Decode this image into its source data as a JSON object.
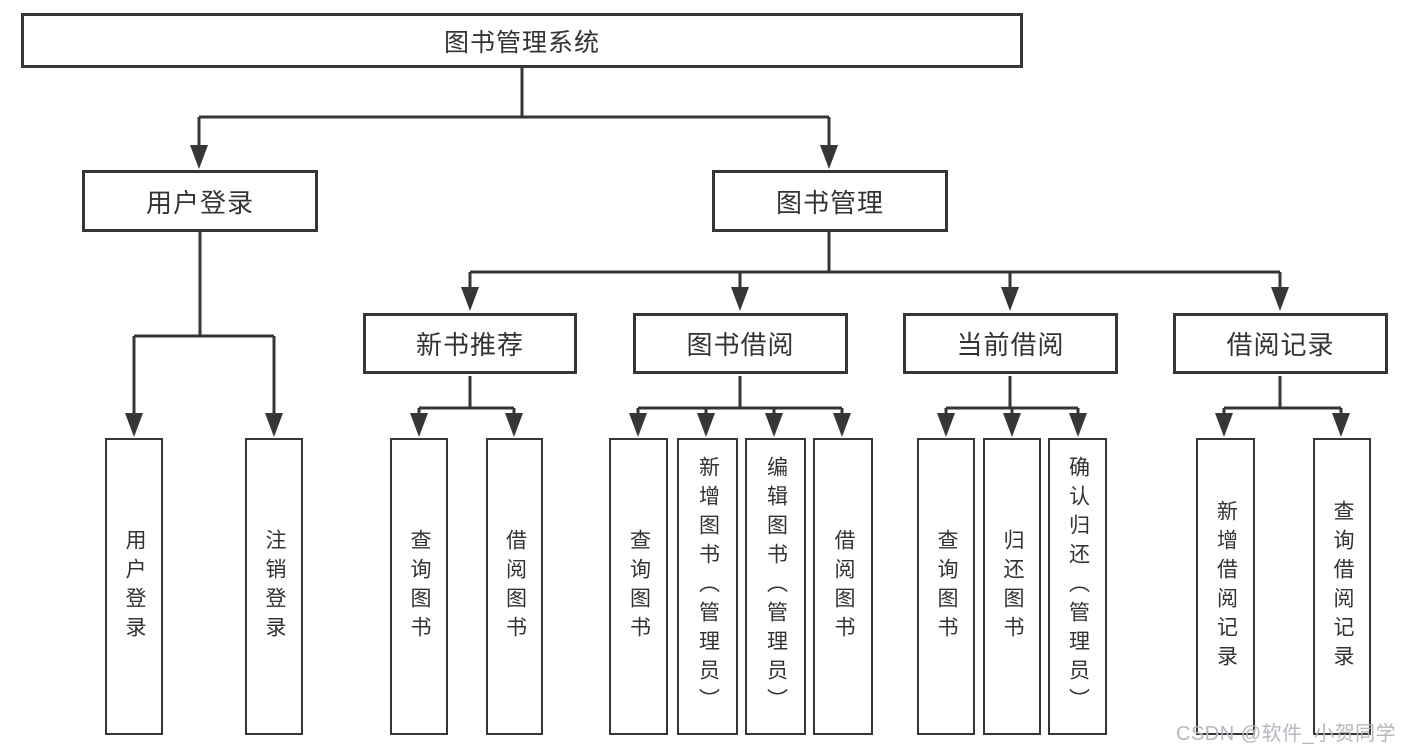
{
  "diagram_title": "图书管理系统",
  "watermark": "CSDN @软件_小贺同学",
  "colors": {
    "line": "#363636",
    "box_border": "#363636",
    "text": "#333333",
    "background": "#ffffff",
    "watermark_text": "#b4b7bd"
  },
  "tree": {
    "root": {
      "label": "图书管理系统"
    },
    "branches": [
      {
        "label": "用户登录",
        "children": [
          {
            "label": "用户登录"
          },
          {
            "label": "注销登录"
          }
        ]
      },
      {
        "label": "图书管理",
        "children": [
          {
            "label": "新书推荐",
            "children": [
              {
                "label": "查询图书"
              },
              {
                "label": "借阅图书"
              }
            ]
          },
          {
            "label": "图书借阅",
            "children": [
              {
                "label": "查询图书"
              },
              {
                "label": "新增图书（管理员）"
              },
              {
                "label": "编辑图书（管理员）"
              },
              {
                "label": "借阅图书"
              }
            ]
          },
          {
            "label": "当前借阅",
            "children": [
              {
                "label": "查询图书"
              },
              {
                "label": "归还图书"
              },
              {
                "label": "确认归还（管理员）"
              }
            ]
          },
          {
            "label": "借阅记录",
            "children": [
              {
                "label": "新增借阅记录"
              },
              {
                "label": "查询借阅记录"
              }
            ]
          }
        ]
      }
    ]
  }
}
